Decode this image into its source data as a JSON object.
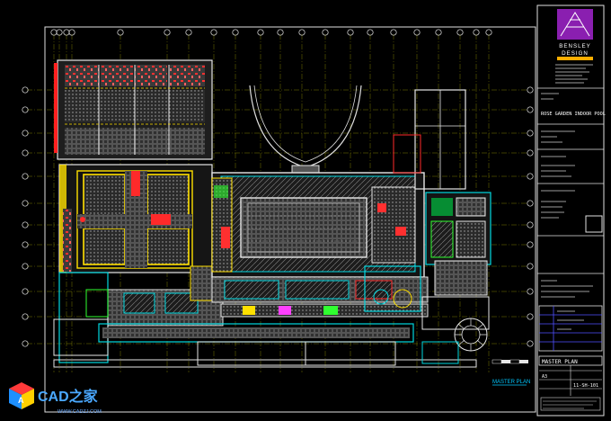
{
  "title_block": {
    "logo_line1": "BENSLEY",
    "logo_line2": "DESIGN",
    "logo_color": "#8a1fb0",
    "project_label": "ROSE GARDEN  INDOOR POOL",
    "drawing_title": "MASTER PLAN",
    "drawing_number": "11-SH-101",
    "scale_code": "A3"
  },
  "plan": {
    "label": "MASTER PLAN",
    "label_color": "#00c8ff"
  },
  "watermark": {
    "logo_text": "CAD之家",
    "url_text": "WWW.CADZJ.COM"
  },
  "colors": {
    "grid": "#d8d800",
    "wall_cyan": "#00d8e0",
    "wall_white": "#e8e8e8",
    "hatch": "#9a9a9a",
    "accent_red": "#ff2a2a",
    "accent_yellow": "#ffe000",
    "accent_green": "#30ff30",
    "accent_magenta": "#ff40ff"
  }
}
